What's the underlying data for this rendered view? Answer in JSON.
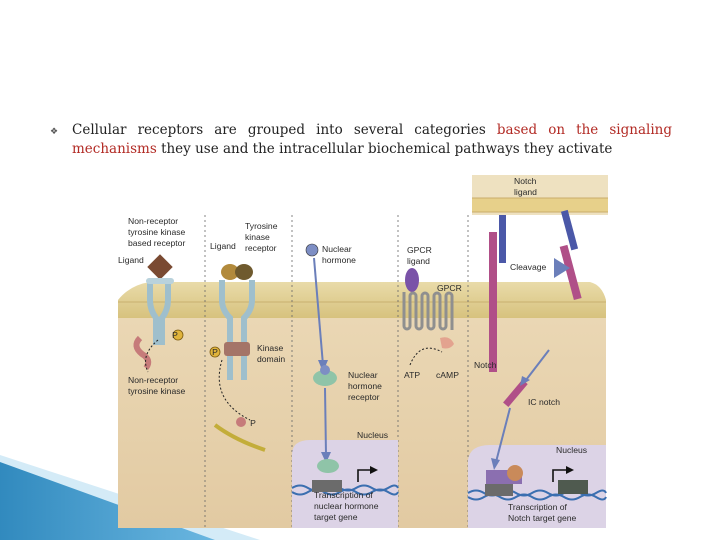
{
  "slide": {
    "bullet_icon": "bullet-icon",
    "text": {
      "part1": "Cellular receptors are grouped into several categories",
      "highlight1": "based on the signaling",
      "highlight2": "mechanisms",
      "part2": "they use and the intracellular biochemical pathways they activate"
    },
    "colors": {
      "highlight": "#b22a24",
      "accent_blue": "#1f7fb8"
    }
  },
  "diagram": {
    "labels": {
      "notch_ligand_1": "Notch",
      "notch_ligand_2": "ligand",
      "nonrec_tk_1": "Non-receptor",
      "nonrec_tk_2": "tyrosine kinase",
      "nonrec_tk_3": "based receptor",
      "tk_receptor_1": "Tyrosine",
      "tk_receptor_2": "kinase",
      "tk_receptor_3": "receptor",
      "ligand_tk": "Ligand",
      "ligand_left": "Ligand",
      "nuclear_hormone_1": "Nuclear",
      "nuclear_hormone_2": "hormone",
      "gpcr_ligand_1": "GPCR",
      "gpcr_ligand_2": "ligand",
      "gpcr": "GPCR",
      "cleavage": "Cleavage",
      "phospho_p1": "P",
      "phospho_p2": "P",
      "phospho_p3": "P",
      "kinase_domain_1": "Kinase",
      "kinase_domain_2": "domain",
      "nonrec_kinase_1": "Non-receptor",
      "nonrec_kinase_2": "tyrosine kinase",
      "nhr_1": "Nuclear",
      "nhr_2": "hormone",
      "nhr_3": "receptor",
      "atp": "ATP",
      "camp": "cAMP",
      "notch": "Notch",
      "ic_notch": "IC notch",
      "nucleus_1": "Nucleus",
      "nucleus_2": "Nucleus",
      "trans_nh_1": "Transcription of",
      "trans_nh_2": "nuclear hormone",
      "trans_nh_3": "target gene",
      "trans_notch_1": "Transcription of",
      "trans_notch_2": "Notch target gene"
    }
  }
}
